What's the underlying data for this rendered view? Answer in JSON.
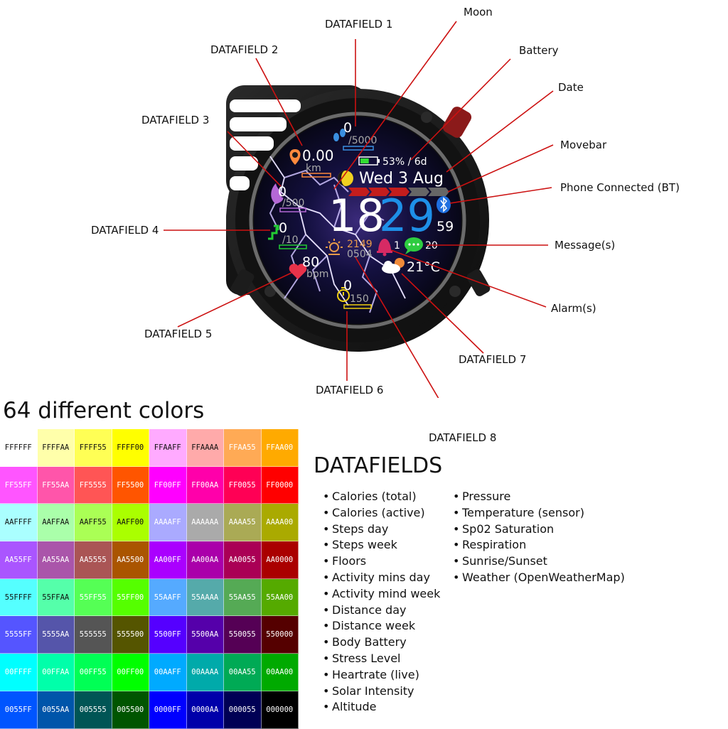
{
  "callouts": {
    "datafield1": "DATAFIELD 1",
    "moon": "Moon",
    "datafield2": "DATAFIELD 2",
    "battery": "Battery",
    "date": "Date",
    "datafield3": "DATAFIELD 3",
    "movebar": "Movebar",
    "phone_connected": "Phone Connected (BT)",
    "datafield4": "DATAFIELD 4",
    "messages": "Message(s)",
    "alarms": "Alarm(s)",
    "datafield5": "DATAFIELD 5",
    "datafield7": "DATAFIELD 7",
    "datafield6": "DATAFIELD 6",
    "datafield8": "DATAFIELD 8"
  },
  "watch": {
    "steps_value": "0",
    "steps_goal": "/5000",
    "distance_value": "0.00",
    "distance_unit": "km",
    "battery_text": "53% / 6d",
    "battery_level": 0.53,
    "date_text": "Wed 3 Aug",
    "calories_value": "0",
    "calories_goal": "/500",
    "floors_value": "0",
    "floors_goal": "/10",
    "hour": "18",
    "minute": "29",
    "seconds": "59",
    "sunrise_time": "2149",
    "sunset_time": "0504",
    "alarm_count": "1",
    "message_count": "20",
    "heart_value": "80",
    "heart_unit": "bpm",
    "temperature": "21°C",
    "activity_value": "0",
    "activity_goal": "150",
    "colors": {
      "steps": "#3a8fe0",
      "distance": "#ff8a3d",
      "calories": "#b468d6",
      "floors": "#22cc33",
      "heart": "#e8324a",
      "minute": "#1e90e8",
      "alarm": "#d62a64",
      "message": "#2ecc40",
      "sun": "#e79a4a",
      "activity": "#f0d010",
      "movebar": "#c31d1d"
    }
  },
  "palette": {
    "title": "64 different colors",
    "swatches": [
      "FFFFFF",
      "FFFFAA",
      "FFFF55",
      "FFFF00",
      "FFAAFF",
      "FFAAAA",
      "FFAA55",
      "FFAA00",
      "FF55FF",
      "FF55AA",
      "FF5555",
      "FF5500",
      "FF00FF",
      "FF00AA",
      "FF0055",
      "FF0000",
      "AAFFFF",
      "AAFFAA",
      "AAFF55",
      "AAFF00",
      "AAAAFF",
      "AAAAAA",
      "AAAA55",
      "AAAA00",
      "AA55FF",
      "AA55AA",
      "AA5555",
      "AA5500",
      "AA00FF",
      "AA00AA",
      "AA0055",
      "AA0000",
      "55FFFF",
      "55FFAA",
      "55FF55",
      "55FF00",
      "55AAFF",
      "55AAAA",
      "55AA55",
      "55AA00",
      "5555FF",
      "5555AA",
      "555555",
      "555500",
      "5500FF",
      "5500AA",
      "550055",
      "550000",
      "00FFFF",
      "00FFAA",
      "00FF55",
      "00FF00",
      "00AAFF",
      "00AAAA",
      "00AA55",
      "00AA00",
      "0055FF",
      "0055AA",
      "005555",
      "005500",
      "0000FF",
      "0000AA",
      "000055",
      "000000"
    ]
  },
  "datafields": {
    "title": "DATAFIELDS",
    "column1": [
      "Calories (total)",
      "Calories (active)",
      "Steps day",
      "Steps week",
      "Floors",
      "Activity mins day",
      "Activity mind week",
      "Distance day",
      "Distance week",
      "Body Battery",
      "Stress Level",
      "Heartrate (live)",
      "Solar Intensity",
      "Altitude"
    ],
    "column2": [
      "Pressure",
      "Temperature (sensor)",
      "Sp02 Saturation",
      "Respiration",
      "Sunrise/Sunset",
      "Weather (OpenWeatherMap)"
    ]
  }
}
